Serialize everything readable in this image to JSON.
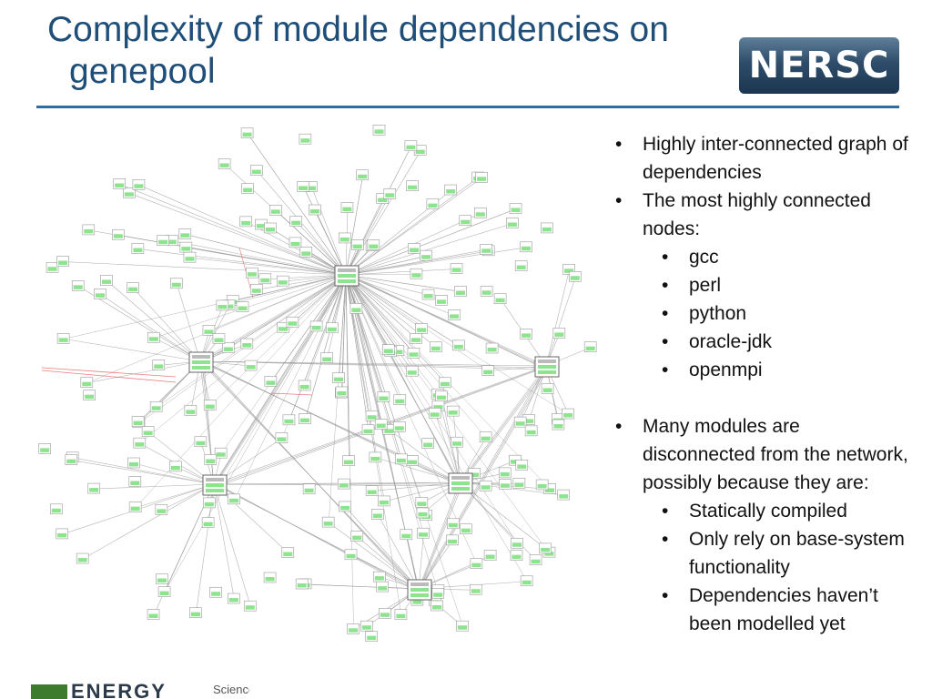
{
  "slide": {
    "title_line1": "Complexity of module dependencies on",
    "title_line2": "genepool",
    "logo_text": "NERSC",
    "colors": {
      "title": "#1f4e79",
      "rule": "#2f6d9e",
      "node_fill": "#8ee38e",
      "edge": "#9a9a9a",
      "edge_highlight": "#e05050"
    }
  },
  "bullets": [
    {
      "level": 1,
      "text": "Highly inter-connected graph of dependencies"
    },
    {
      "level": 1,
      "text": "The most highly connected nodes:"
    },
    {
      "level": 2,
      "text": "gcc"
    },
    {
      "level": 2,
      "text": "perl"
    },
    {
      "level": 2,
      "text": "python"
    },
    {
      "level": 2,
      "text": "oracle-jdk"
    },
    {
      "level": 2,
      "text": "openmpi"
    },
    {
      "level": 1,
      "text": "Many modules are disconnected from the network, possibly because they are:"
    },
    {
      "level": 2,
      "text": "Statically compiled"
    },
    {
      "level": 2,
      "text": "Only rely on base-system functionality"
    },
    {
      "level": 2,
      "text": "Dependencies haven’t been modelled yet"
    }
  ],
  "footer": {
    "word": "ENERGY",
    "tag": "Science"
  }
}
